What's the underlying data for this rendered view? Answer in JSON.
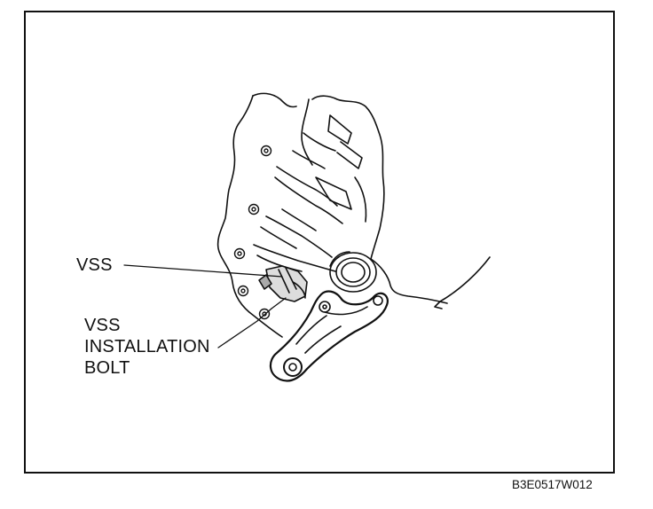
{
  "labels": {
    "vss": "VSS",
    "vss_bolt_line1": "VSS",
    "vss_bolt_line2": "INSTALLATION",
    "vss_bolt_line3": "BOLT"
  },
  "figure_code": "B3E0517W012",
  "colors": {
    "line": "#111111",
    "background": "#ffffff"
  }
}
